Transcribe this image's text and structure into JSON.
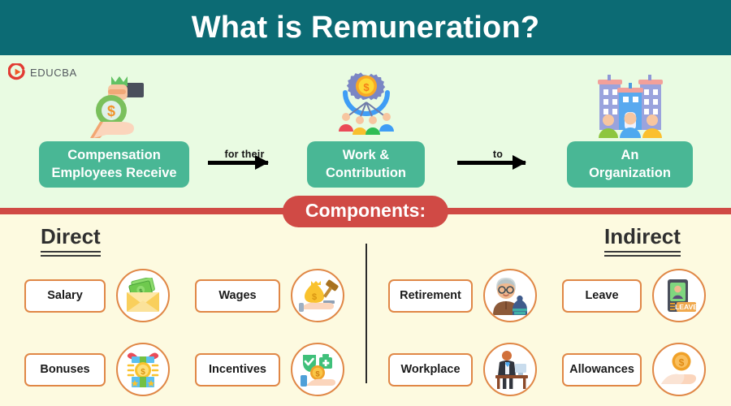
{
  "header": {
    "title": "What is Remuneration?"
  },
  "brand": {
    "logo_text": "EDUCBA",
    "logo_icon": "educba-circle-play-icon",
    "logo_color": "#e23b33"
  },
  "colors": {
    "header_bg": "#0c6b74",
    "top_band_bg": "#e9fbe2",
    "bottom_band_bg": "#fdfae0",
    "accent_red": "#d04a45",
    "flow_box_green": "#49b795",
    "item_border_orange": "#e08746",
    "divider": "#2b2b2b"
  },
  "flow": {
    "steps": [
      {
        "label": "Compensation\nEmployees Receive",
        "line1": "Compensation",
        "line2": "Employees Receive",
        "icon": "hand-holding-money-icon"
      },
      {
        "label": "Work &\nContribution",
        "line1": "Work &",
        "line2": "Contribution",
        "icon": "gear-coin-team-icon"
      },
      {
        "label": "An\nOrganization",
        "line1": "An",
        "line2": "Organization",
        "icon": "office-buildings-people-icon"
      }
    ],
    "connectors": [
      {
        "label": "for their",
        "icon": "arrow-right-icon"
      },
      {
        "label": "to",
        "icon": "arrow-right-icon"
      }
    ]
  },
  "components": {
    "banner_label": "Components:",
    "sections": [
      {
        "heading": "Direct"
      },
      {
        "heading": "Indirect"
      }
    ],
    "items": [
      {
        "label": "Salary",
        "icon": "envelope-cash-icon",
        "group": "Direct"
      },
      {
        "label": "Wages",
        "icon": "moneybag-gavel-hand-icon",
        "group": "Direct"
      },
      {
        "label": "Bonuses",
        "icon": "gift-box-coin-icon",
        "group": "Direct"
      },
      {
        "label": "Incentives",
        "icon": "shield-medkit-coin-icon",
        "group": "Direct"
      },
      {
        "label": "Retirement",
        "icon": "elderly-savings-icon",
        "group": "Indirect"
      },
      {
        "label": "Leave",
        "icon": "id-badge-leave-icon",
        "group": "Indirect"
      },
      {
        "label": "Workplace",
        "icon": "desk-worker-icon",
        "group": "Indirect"
      },
      {
        "label": "Allowances",
        "icon": "coin-on-hand-icon",
        "group": "Indirect"
      }
    ],
    "leave_badge_text": "LEAVE"
  }
}
